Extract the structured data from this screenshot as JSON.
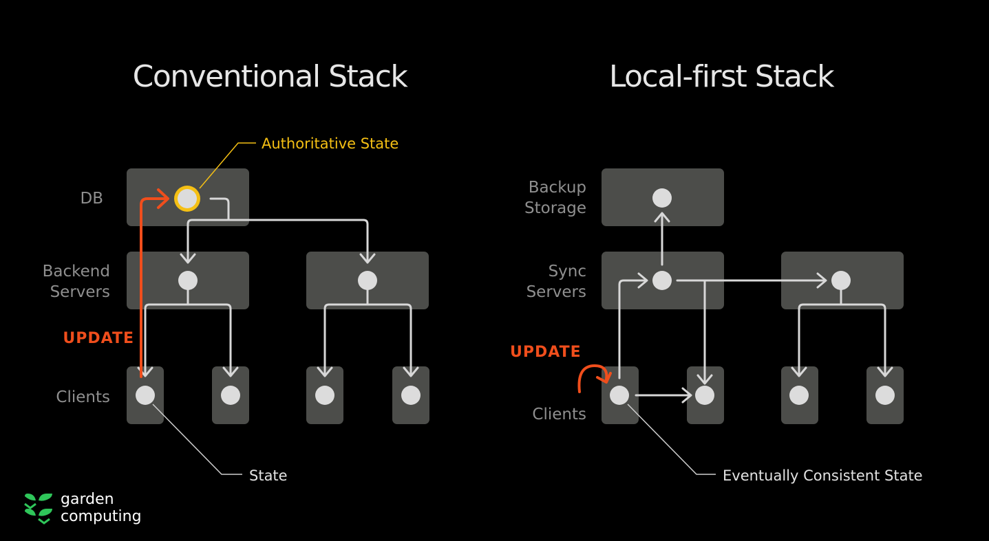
{
  "colors": {
    "background": "#000000",
    "box": "#4c4d4a",
    "node": "#dcdcdc",
    "update_accent": "#f04e1c",
    "authoritative_accent": "#f5c014",
    "brand_green": "#2fc65a"
  },
  "conventional": {
    "title": "Conventional Stack",
    "labels": {
      "db": "DB",
      "backend_line1": "Backend",
      "backend_line2": "Servers",
      "clients": "Clients"
    },
    "update_label": "UPDATE",
    "authoritative_label": "Authoritative State",
    "state_label": "State"
  },
  "local_first": {
    "title": "Local-first Stack",
    "labels": {
      "backup_line1": "Backup",
      "backup_line2": "Storage",
      "sync_line1": "Sync",
      "sync_line2": "Servers",
      "clients": "Clients"
    },
    "update_label": "UPDATE",
    "eventual_label": "Eventually Consistent State"
  },
  "brand": {
    "line1": "garden",
    "line2": "computing",
    "icon": "sprout-icon"
  }
}
